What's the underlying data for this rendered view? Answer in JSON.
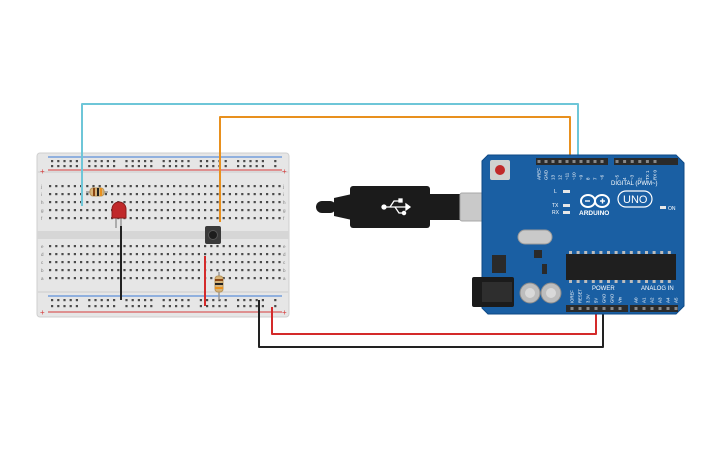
{
  "colors": {
    "background": "#ffffff",
    "board": "#1a5fa3",
    "board_dark": "#0f4a86",
    "breadboard": "#e6e6e6",
    "rail_red": "#d63b3b",
    "rail_blue": "#3b7bd6",
    "wire_cyan": "#6ec6d8",
    "wire_orange": "#e8901e",
    "wire_red": "#d42a2a",
    "wire_black": "#222222",
    "led": "#c0282a",
    "header": "#2a2a2a",
    "usb_cable": "#1b1b1b",
    "usb_plug": "#c9c9c9"
  },
  "arduino": {
    "brand": "ARDUINO",
    "model": "UNO",
    "digital_label": "DIGITAL (PWM~)",
    "power_label": "POWER",
    "analog_label": "ANALOG IN",
    "on_label": "ON",
    "l_label": "L",
    "tx_label": "TX",
    "rx_label": "RX",
    "top_header_pins": [
      "AREF",
      "GND",
      "13",
      "12",
      "~11",
      "~10",
      "~9",
      "8",
      "7",
      "~6",
      "~5",
      "4",
      "~3",
      "2",
      "TX 1",
      "RX 0"
    ],
    "power_pins": [
      "IOREF",
      "RESET",
      "3.3V",
      "5V",
      "GND",
      "GND",
      "Vin"
    ],
    "analog_pins": [
      "A0",
      "A1",
      "A2",
      "A3",
      "A4",
      "A5"
    ]
  },
  "breadboard": {
    "row_letters_top": [
      "j",
      "i",
      "h",
      "g",
      "f"
    ],
    "row_letters_bottom": [
      "e",
      "d",
      "c",
      "b",
      "a"
    ],
    "plus": "+",
    "minus": "-"
  },
  "icons": {
    "usb": "usb-symbol-icon",
    "infinity_logo": "arduino-infinity-logo-icon"
  }
}
